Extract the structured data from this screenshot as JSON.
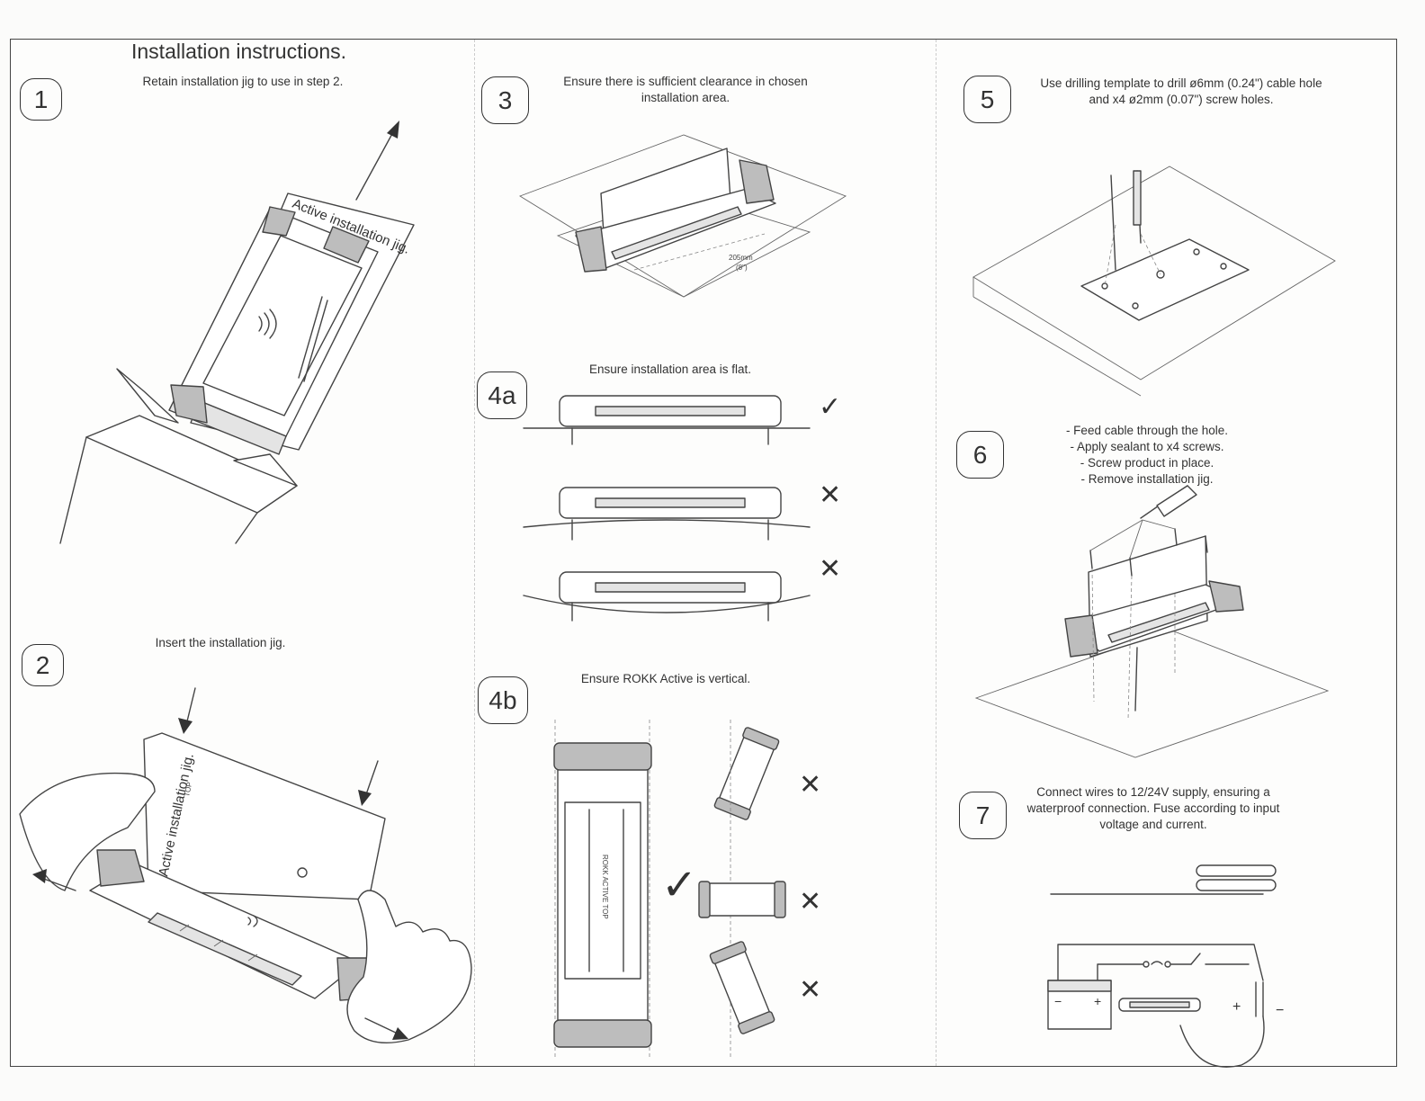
{
  "title": "Installation instructions.",
  "steps": [
    {
      "number": "1",
      "caption": "Retain installation jig to use in step 2."
    },
    {
      "number": "2",
      "caption": "Insert the installation jig."
    },
    {
      "number": "3",
      "caption": "Ensure there is sufficient clearance in chosen installation area."
    },
    {
      "number": "4a",
      "caption": "Ensure installation area is flat."
    },
    {
      "number": "4b",
      "caption": "Ensure ROKK Active is vertical."
    },
    {
      "number": "5",
      "caption": "Use drilling template to drill ø6mm (0.24\") cable hole and x4 ø2mm (0.07\") screw holes."
    },
    {
      "number": "6",
      "caption_lines": [
        "- Feed cable through the hole.",
        "- Apply sealant to x4 screws.",
        "- Screw product in place.",
        "- Remove installation jig."
      ]
    },
    {
      "number": "7",
      "caption": "Connect wires to 12/24V supply, ensuring a waterproof connection. Fuse according to input voltage and current."
    }
  ],
  "figure_labels": {
    "jig_text": "Active installation jig.",
    "jig_top": "TOP",
    "rokk_active_top": "ROKK ACTIVE TOP",
    "clearance_value": "205mm",
    "clearance_inches": "(8\")",
    "battery_minus": "−",
    "battery_plus": "+",
    "terminal_plus": "+",
    "terminal_minus": "−"
  },
  "checks": {
    "ok": "✓",
    "bad": "✕"
  }
}
